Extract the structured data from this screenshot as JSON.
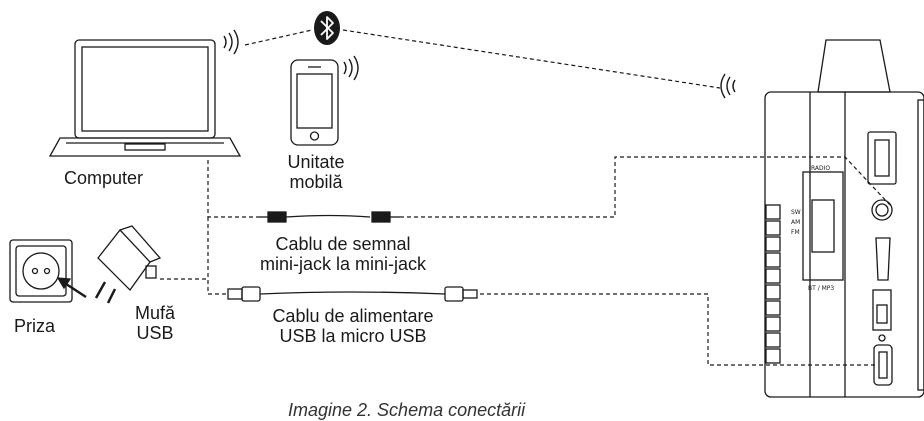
{
  "labels": {
    "computer": "Computer",
    "mobile_line1": "Unitate",
    "mobile_line2": "mobilă",
    "signal_cable_line1": "Cablu de semnal",
    "signal_cable_line2": "mini-jack la mini-jack",
    "power_cable_line1": "Cablu de alimentare",
    "power_cable_line2": "USB la micro USB",
    "socket": "Priza",
    "usb_plug_line1": "Mufă",
    "usb_plug_line2": "USB",
    "caption": "Imagine 2. Schema conectării"
  },
  "radio_panel": {
    "radio": "RADIO",
    "sw": "SW",
    "am": "AM",
    "fm": "FM",
    "bt_mp3": "BT / MP3"
  },
  "icons": [
    "laptop-icon",
    "bluetooth-icon",
    "smartphone-icon",
    "wall-socket-icon",
    "usb-charger-icon",
    "radio-device-icon",
    "wireless-signal-icon"
  ]
}
